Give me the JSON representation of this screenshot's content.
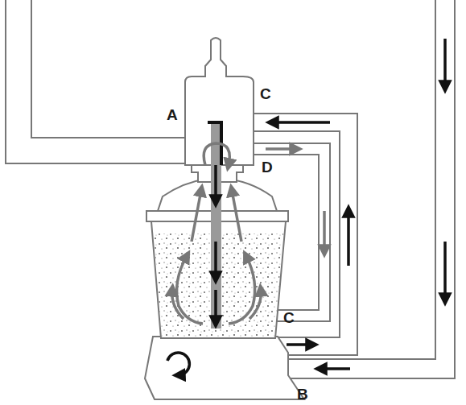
{
  "diagram": {
    "labels": [
      "A",
      "C",
      "D",
      "C",
      "B"
    ]
  }
}
